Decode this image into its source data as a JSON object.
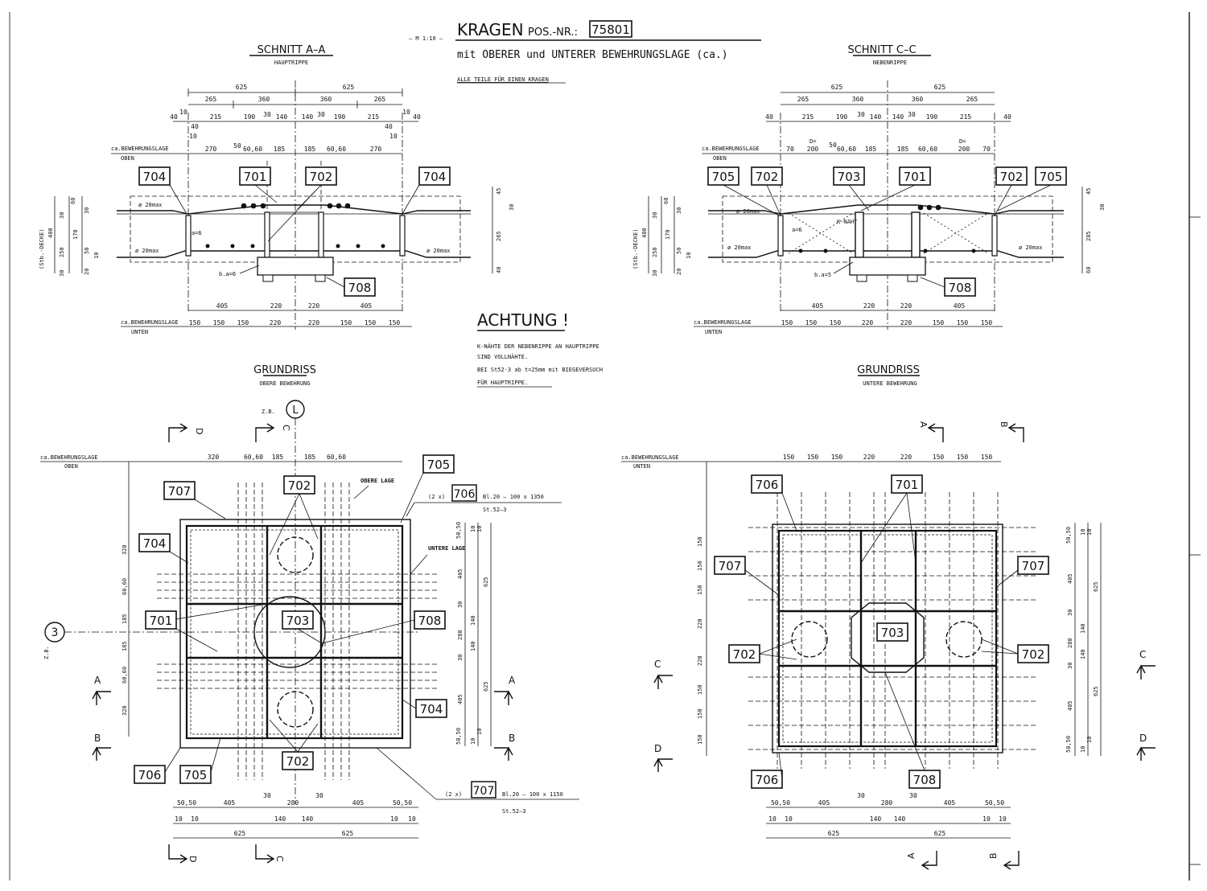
{
  "title_block": {
    "scale": "– M 1:10 –",
    "title": "KRAGEN",
    "pos_label": "POS.-NR.:",
    "pos_number": "75801",
    "subtitle": "mit OBERER und UNTERER BEWEHRUNGSLAGE (ca.)",
    "note_parts": "ALLE TEILE FÜR EINEN KRAGEN"
  },
  "warning": {
    "heading": "ACHTUNG !",
    "lines": [
      "K-NÄHTE DER NEBENRIPPE AN HAUPTRIPPE",
      "SIND VOLLNÄHTE.",
      "BEI St52-3 ab t=25mm mit BIEGEVERSUCH",
      "FÜR HAUPTRIPPE."
    ]
  },
  "section_aa": {
    "title": "SCHNITT A–A",
    "subtitle": "HAUPTRIPPE",
    "top_dims_1": [
      "625",
      "625"
    ],
    "top_dims_2": [
      "265",
      "360",
      "360",
      "265"
    ],
    "top_dims_3": [
      "40",
      "215",
      "190",
      "30",
      "140",
      "140",
      "30",
      "190",
      "215",
      "40"
    ],
    "top_dims_3b": [
      "10",
      "40",
      "40",
      "10",
      "10",
      "10"
    ],
    "reinforcement_top_label_1": "ca.BEWEHRUNGSLAGE",
    "reinforcement_top_label_2": "OBEN",
    "reinforcement_top_dims": [
      "270",
      "50",
      "60,60",
      "185",
      "185",
      "60,60",
      "270"
    ],
    "part_labels": [
      "704",
      "701",
      "702",
      "704",
      "708"
    ],
    "bar_top": "ø 28max",
    "bar_bottom_left": "ø 20max",
    "bar_bottom_right": "ø 20max",
    "weld_a": "a=6",
    "weld_b": "b.a=6",
    "left_vert_label": "(Stb.-DECKE)",
    "left_dims": [
      "400",
      "30",
      "60",
      "30",
      "250",
      "170",
      "50",
      "10",
      "20",
      "30"
    ],
    "right_dims": [
      "45",
      "30",
      "265",
      "40"
    ],
    "bottom_dims": [
      "405",
      "220",
      "220",
      "405"
    ],
    "reinforcement_bottom_label_1": "ca.BEWEHRUNGSLAGE",
    "reinforcement_bottom_label_2": "UNTEN",
    "reinforcement_bottom_dims": [
      "150",
      "150",
      "150",
      "220",
      "220",
      "150",
      "150",
      "150"
    ]
  },
  "section_cc": {
    "title": "SCHNITT C–C",
    "subtitle": "NEBENRIPPE",
    "top_dims_1": [
      "625",
      "625"
    ],
    "top_dims_2": [
      "265",
      "360",
      "360",
      "265"
    ],
    "top_dims_3": [
      "40",
      "215",
      "190",
      "30",
      "140",
      "140",
      "30",
      "190",
      "215",
      "40"
    ],
    "reinforcement_top_label_1": "ca.BEWEHRUNGSLAGE",
    "reinforcement_top_label_2": "OBEN",
    "reinforcement_top_dims": [
      "70",
      "200",
      "50",
      "60,60",
      "185",
      "185",
      "60,60",
      "200",
      "70"
    ],
    "d_marks": [
      "D=",
      "D="
    ],
    "part_labels": [
      "705",
      "702",
      "703",
      "701",
      "702",
      "705",
      "708"
    ],
    "bar_top": "ø 28max",
    "bar_bottom_left": "ø 20max",
    "bar_bottom_right": "ø 20max",
    "k_naht": "K-NAHT",
    "weld_a": "a=6",
    "weld_b": "b.a=5",
    "left_vert_label": "(Stb.-DECKE)",
    "left_dims": [
      "400",
      "30",
      "60",
      "30",
      "250",
      "170",
      "50",
      "10",
      "20",
      "30"
    ],
    "right_dims": [
      "45",
      "30",
      "285",
      "60"
    ],
    "bottom_dims": [
      "405",
      "220",
      "220",
      "405"
    ],
    "reinforcement_bottom_label_1": "ca.BEWEHRUNGSLAGE",
    "reinforcement_bottom_label_2": "UNTEN",
    "reinforcement_bottom_dims": [
      "150",
      "150",
      "150",
      "220",
      "220",
      "150",
      "150",
      "150"
    ]
  },
  "plan_top": {
    "title": "GRUNDRISS",
    "subtitle": "OBERE BEWEHRUNG",
    "grid_l_prefix": "Z.B.",
    "grid_l": "L",
    "grid_3_prefix": "Z.B.",
    "grid_3": "3",
    "reinforcement_label_1": "ca.BEWEHRUNGSLAGE",
    "reinforcement_label_2": "OBEN",
    "top_dims": [
      "320",
      "60,60",
      "185",
      "185",
      "60,60"
    ],
    "upper_layer": "OBERE LAGE",
    "lower_layer": "UNTERE LAGE",
    "labels": [
      "707",
      "702",
      "705",
      "704",
      "701",
      "703",
      "708",
      "704",
      "706",
      "705",
      "702"
    ],
    "plate_706_count": "(2 x)",
    "plate_706": "706",
    "plate_706_spec": "Bl.20 – 100 x 1350",
    "plate_706_steel": "St.52–3",
    "plate_707_count": "(2 x)",
    "plate_707": "707",
    "plate_707_spec": "Bl.20 – 100 x 1150",
    "plate_707_steel": "St.52–3",
    "left_dims": [
      "320",
      "60,60",
      "185",
      "185",
      "60,60",
      "320"
    ],
    "right_dims": [
      "50,50",
      "10",
      "10",
      "405",
      "625",
      "30",
      "280",
      "140",
      "140",
      "30",
      "405",
      "625",
      "50,50",
      "10",
      "10"
    ],
    "bottom_dims_1": [
      "50,50",
      "405",
      "30",
      "280",
      "30",
      "405",
      "50,50"
    ],
    "bottom_dims_2": [
      "10",
      "10",
      "140",
      "140",
      "10",
      "10"
    ],
    "bottom_dims_3": [
      "625",
      "625"
    ],
    "cut_marks": [
      "D",
      "C",
      "A",
      "B",
      "A",
      "B",
      "D",
      "C"
    ]
  },
  "plan_bottom": {
    "title": "GRUNDRISS",
    "subtitle": "UNTERE BEWEHRUNG",
    "reinforcement_label_1": "ca.BEWEHRUNGSLAGE",
    "reinforcement_label_2": "UNTEN",
    "top_dims": [
      "150",
      "150",
      "150",
      "220",
      "220",
      "150",
      "150",
      "150"
    ],
    "labels": [
      "706",
      "701",
      "707",
      "707",
      "703",
      "702",
      "702",
      "706",
      "708"
    ],
    "left_dims": [
      "150",
      "150",
      "150",
      "220",
      "220",
      "150",
      "150",
      "150"
    ],
    "right_dims": [
      "50,50",
      "10",
      "10",
      "405",
      "625",
      "30",
      "280",
      "140",
      "140",
      "30",
      "405",
      "625",
      "50,50",
      "10",
      "10"
    ],
    "bottom_dims_1": [
      "50,50",
      "405",
      "30",
      "280",
      "30",
      "405",
      "50,50"
    ],
    "bottom_dims_2": [
      "10",
      "10",
      "140",
      "140",
      "10",
      "10"
    ],
    "bottom_dims_3": [
      "625",
      "625"
    ],
    "cut_marks": [
      "A",
      "B",
      "C",
      "C",
      "D",
      "D",
      "A",
      "B"
    ]
  }
}
